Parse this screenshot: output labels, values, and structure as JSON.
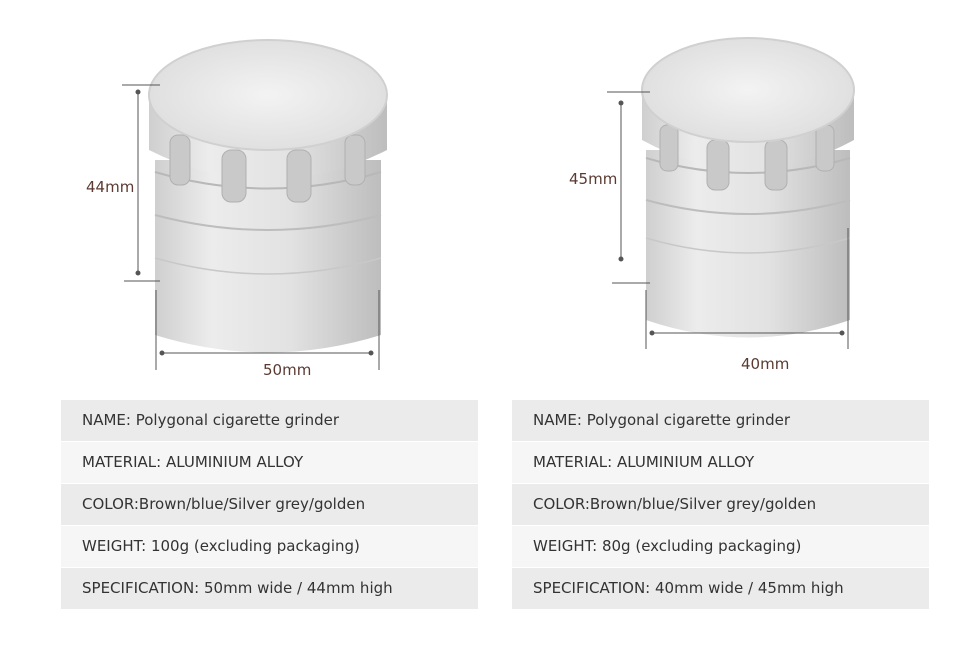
{
  "products": [
    {
      "dims": {
        "height": "44mm",
        "width": "50mm"
      },
      "specs": [
        "NAME: Polygonal cigarette grinder",
        "MATERIAL: ALUMINIUM ALLOY",
        "COLOR:Brown/blue/Silver grey/golden",
        "WEIGHT: 100g (excluding packaging)",
        "SPECIFICATION: 50mm wide / 44mm high"
      ]
    },
    {
      "dims": {
        "height": "45mm",
        "width": "40mm"
      },
      "specs": [
        "NAME: Polygonal cigarette grinder",
        "MATERIAL: ALUMINIUM ALLOY",
        "COLOR:Brown/blue/Silver grey/golden",
        "WEIGHT: 80g (excluding packaging)",
        "SPECIFICATION: 40mm wide / 45mm high"
      ]
    }
  ],
  "colors": {
    "grinder_body": "#e6e6e6",
    "grinder_shadow": "#c4c4c4",
    "dimension_line": "#555555",
    "row_dark": "#ebebeb",
    "row_light": "#f6f6f6"
  },
  "icons": [
    "grinder-product-image"
  ]
}
